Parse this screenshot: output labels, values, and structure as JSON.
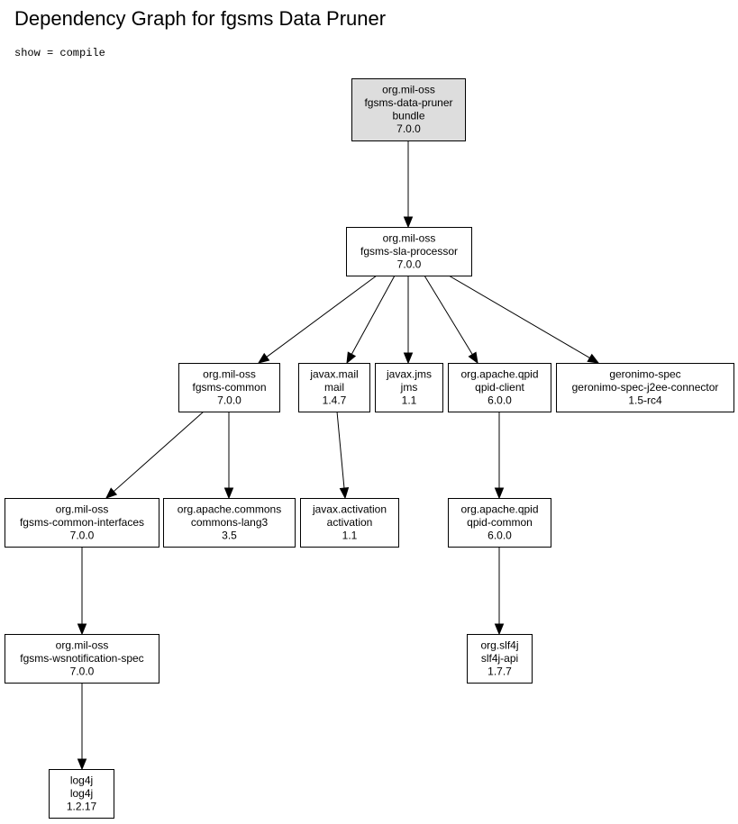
{
  "title": "Dependency Graph for fgsms Data Pruner",
  "subtitle": "show = compile",
  "colors": {
    "root_fill": "#dddddd",
    "node_fill": "#ffffff",
    "stroke": "#000000"
  },
  "nodes": [
    {
      "id": "pruner",
      "lines": [
        "org.mil-oss",
        "fgsms-data-pruner",
        "bundle",
        "7.0.0"
      ],
      "root": true
    },
    {
      "id": "sla",
      "lines": [
        "org.mil-oss",
        "fgsms-sla-processor",
        "7.0.0"
      ]
    },
    {
      "id": "common",
      "lines": [
        "org.mil-oss",
        "fgsms-common",
        "7.0.0"
      ]
    },
    {
      "id": "mail",
      "lines": [
        "javax.mail",
        "mail",
        "1.4.7"
      ]
    },
    {
      "id": "jms",
      "lines": [
        "javax.jms",
        "jms",
        "1.1"
      ]
    },
    {
      "id": "qpidclient",
      "lines": [
        "org.apache.qpid",
        "qpid-client",
        "6.0.0"
      ]
    },
    {
      "id": "geronimo",
      "lines": [
        "geronimo-spec",
        "geronimo-spec-j2ee-connector",
        "1.5-rc4"
      ]
    },
    {
      "id": "interfaces",
      "lines": [
        "org.mil-oss",
        "fgsms-common-interfaces",
        "7.0.0"
      ]
    },
    {
      "id": "lang3",
      "lines": [
        "org.apache.commons",
        "commons-lang3",
        "3.5"
      ]
    },
    {
      "id": "activation",
      "lines": [
        "javax.activation",
        "activation",
        "1.1"
      ]
    },
    {
      "id": "qpidcommon",
      "lines": [
        "org.apache.qpid",
        "qpid-common",
        "6.0.0"
      ]
    },
    {
      "id": "wsn",
      "lines": [
        "org.mil-oss",
        "fgsms-wsnotification-spec",
        "7.0.0"
      ]
    },
    {
      "id": "slf4j",
      "lines": [
        "org.slf4j",
        "slf4j-api",
        "1.7.7"
      ]
    },
    {
      "id": "log4j",
      "lines": [
        "log4j",
        "log4j",
        "1.2.17"
      ]
    }
  ],
  "edges": [
    {
      "from": "pruner",
      "to": "sla"
    },
    {
      "from": "sla",
      "to": "common"
    },
    {
      "from": "sla",
      "to": "mail"
    },
    {
      "from": "sla",
      "to": "jms"
    },
    {
      "from": "sla",
      "to": "qpidclient"
    },
    {
      "from": "sla",
      "to": "geronimo"
    },
    {
      "from": "common",
      "to": "interfaces"
    },
    {
      "from": "common",
      "to": "lang3"
    },
    {
      "from": "mail",
      "to": "activation"
    },
    {
      "from": "qpidclient",
      "to": "qpidcommon"
    },
    {
      "from": "interfaces",
      "to": "wsn"
    },
    {
      "from": "qpidcommon",
      "to": "slf4j"
    },
    {
      "from": "wsn",
      "to": "log4j"
    }
  ]
}
